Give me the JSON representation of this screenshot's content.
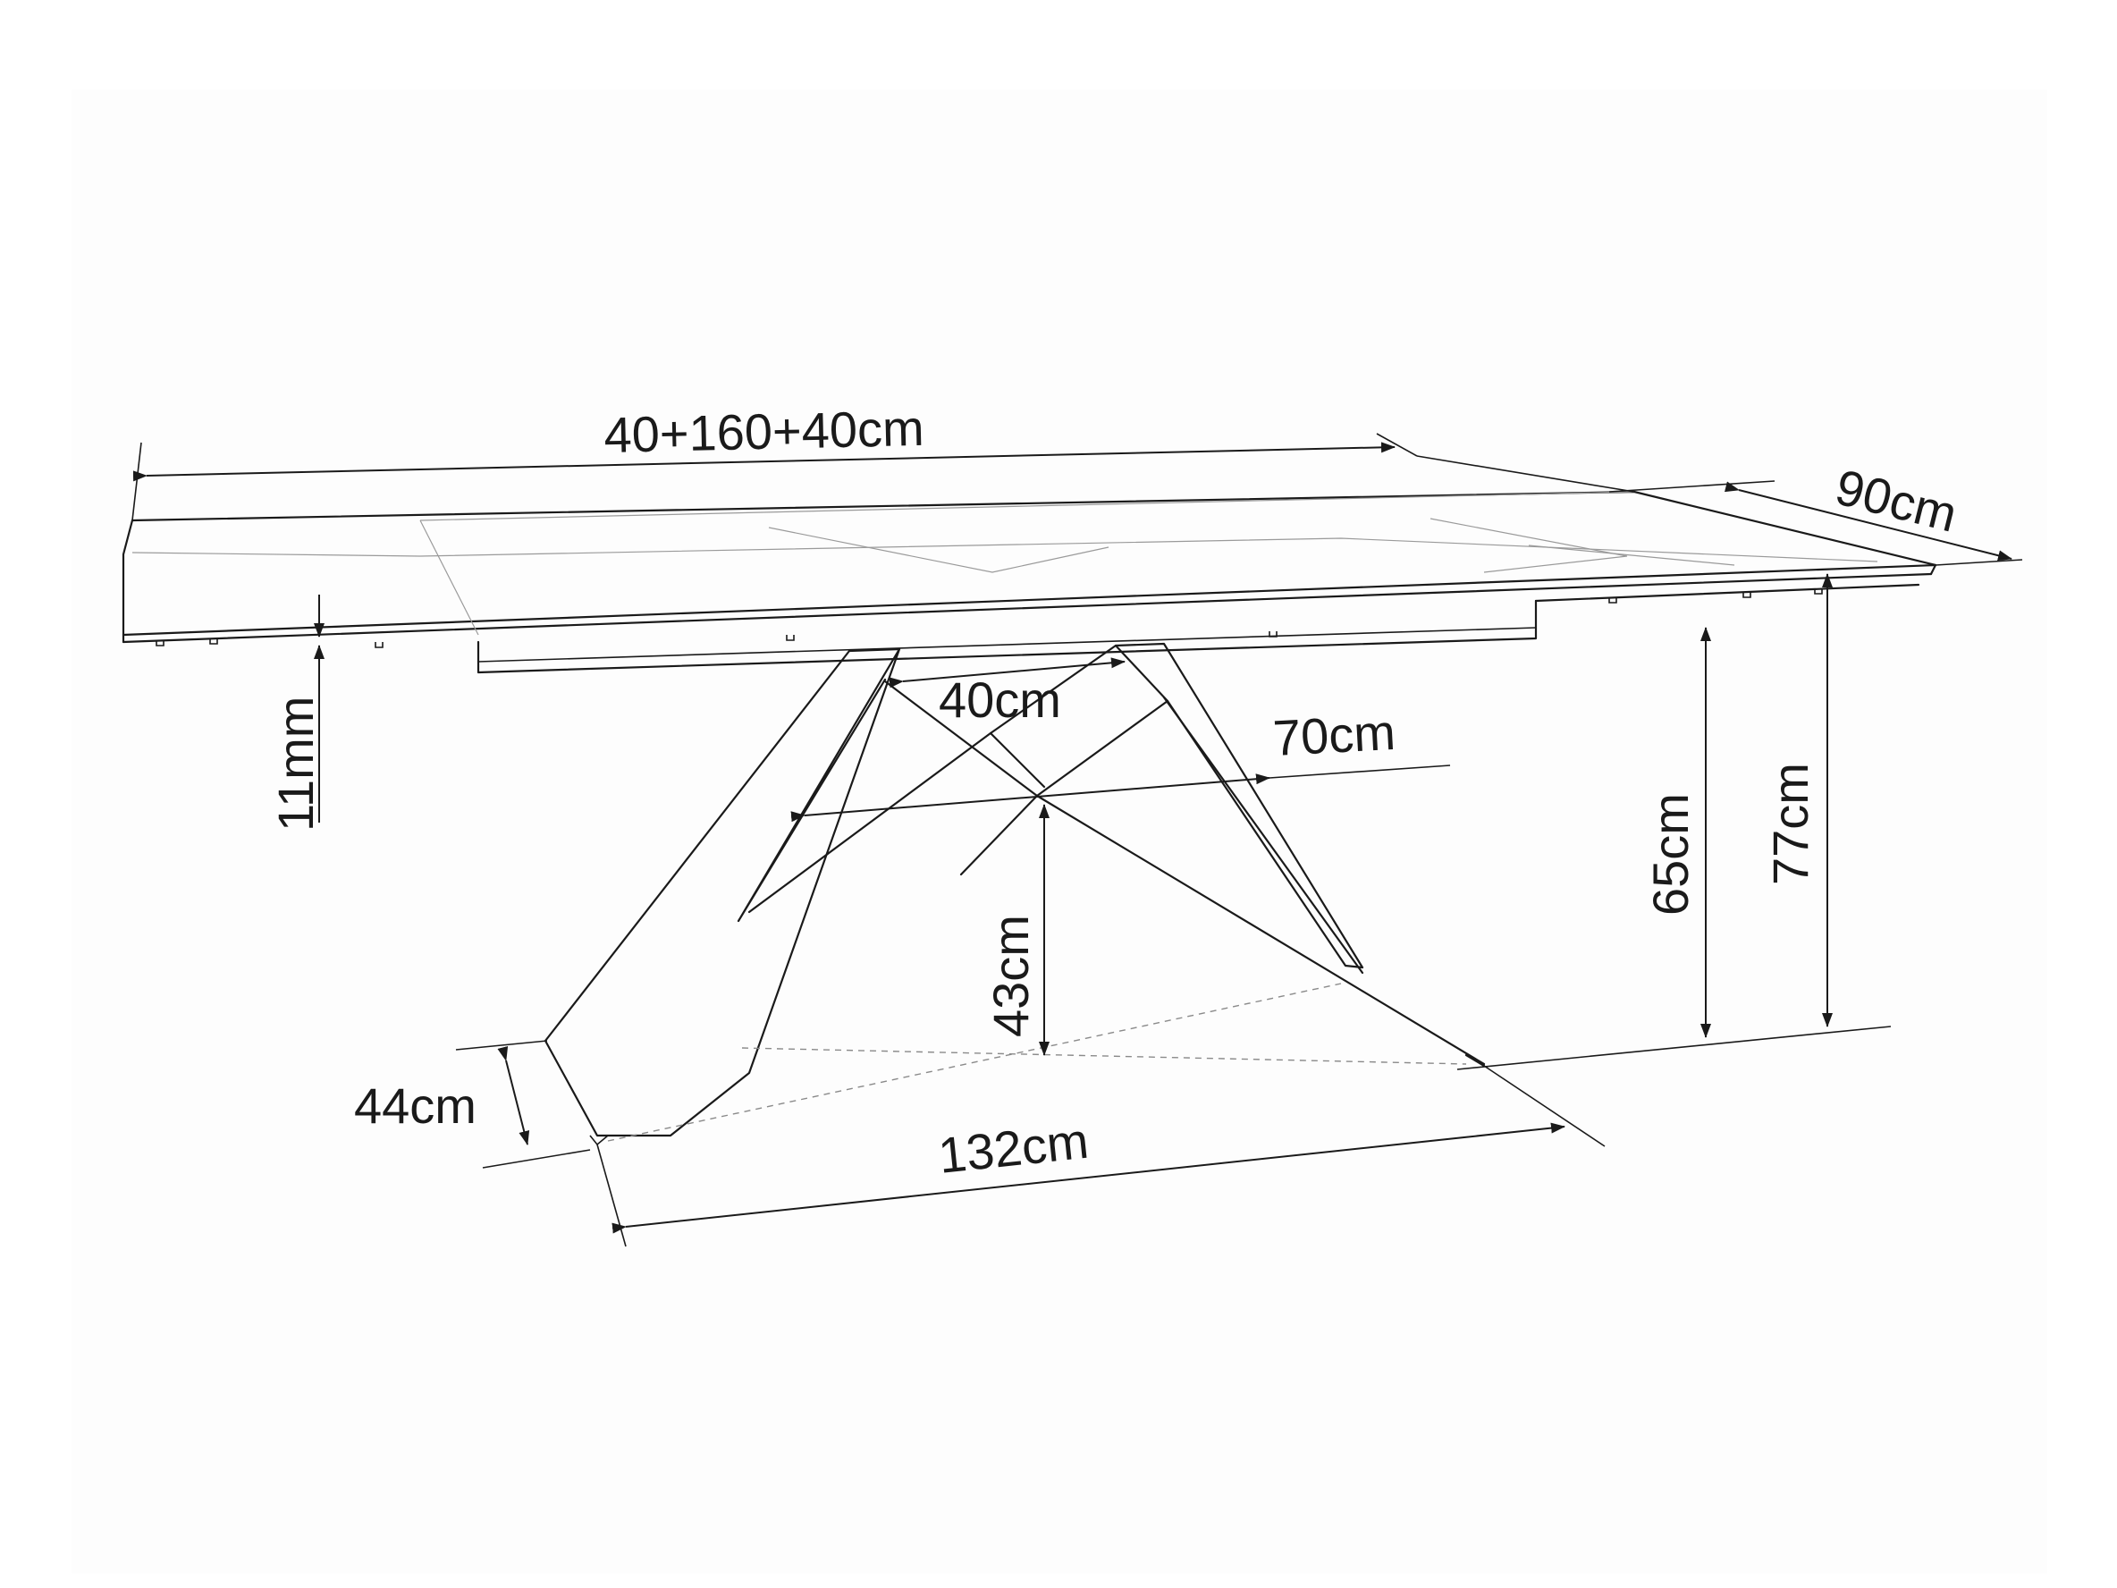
{
  "diagram": {
    "colors": {
      "line": "#1a1a1a",
      "hidden_line": "#8a8a8a",
      "background": "#ffffff"
    },
    "dimensions": {
      "total_length": "40+160+40cm",
      "depth": "90cm",
      "top_thickness": "11mm",
      "leg_span_top": "40cm",
      "leg_span_mid": "70cm",
      "height_under_frame": "65cm",
      "total_height": "77cm",
      "cross_height": "43cm",
      "foot_depth": "44cm",
      "base_length": "132cm"
    }
  }
}
